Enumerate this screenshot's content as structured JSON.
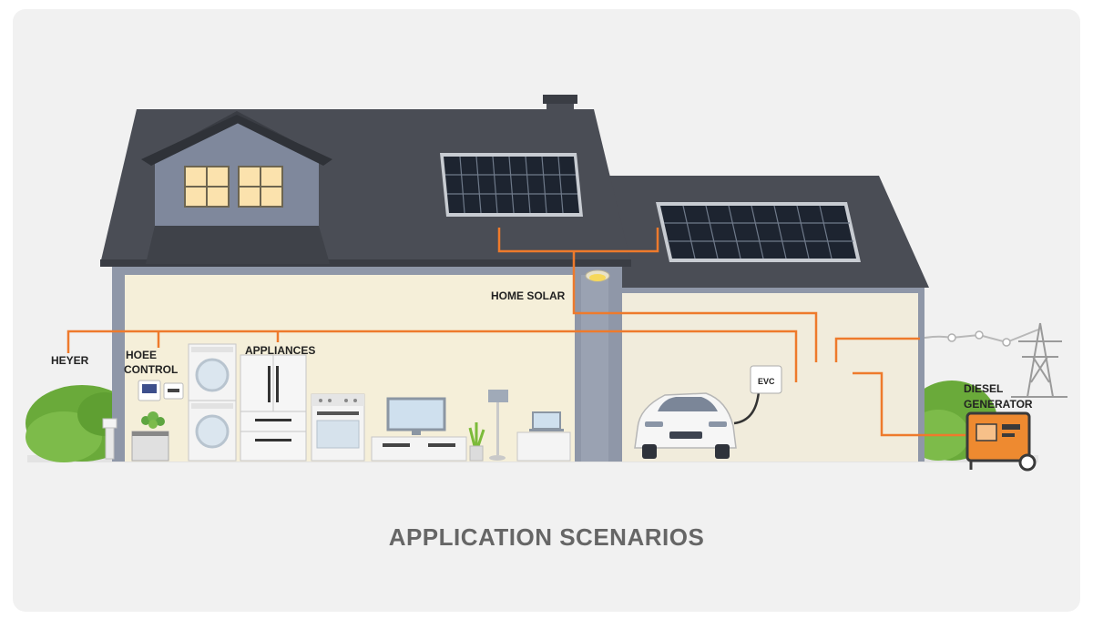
{
  "labels": {
    "home_solar": "HOME SOLAR",
    "heyer": "HEYER",
    "hoee": "HOEE",
    "control": "CONTROL",
    "appliances": "APPLIANCES",
    "evc": "EVC",
    "diesel": "DIESEL",
    "generator": "GENERATOR"
  },
  "caption": "APPLICATION SCENARIOS",
  "colors": {
    "roof": "#4a4d55",
    "wall": "#8f97a8",
    "interior": "#f5efd9",
    "wire": "#ee7a2c",
    "solar": "#1d2430",
    "bush": "#6aaa3a",
    "generator": "#ee8a30"
  },
  "icons": [
    "solar-panel-icon",
    "washer-dryer-icon",
    "refrigerator-icon",
    "oven-icon",
    "tv-icon",
    "lamp-icon",
    "car-icon",
    "ev-charger-icon",
    "power-tower-icon",
    "diesel-generator-icon"
  ]
}
